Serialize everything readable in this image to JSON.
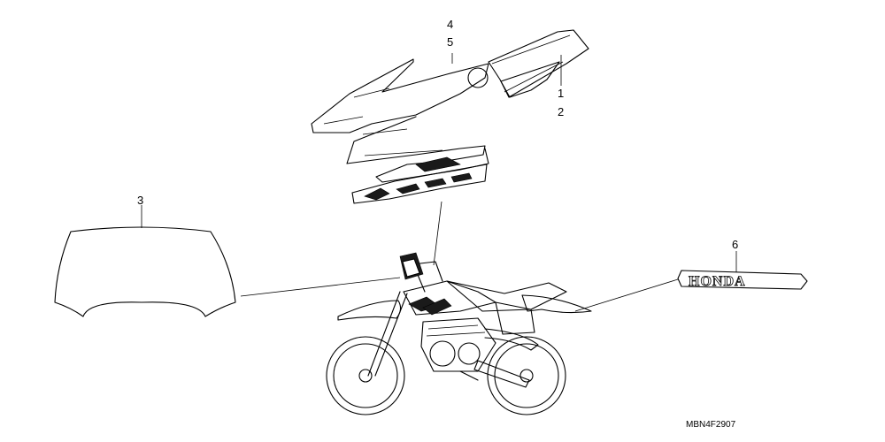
{
  "callouts": {
    "c1": "1",
    "c2": "2",
    "c3": "3",
    "c4": "4",
    "c5": "5",
    "c6": "6"
  },
  "emblem": {
    "text": "HONDA"
  },
  "diagram_code": "MBN4F2907"
}
